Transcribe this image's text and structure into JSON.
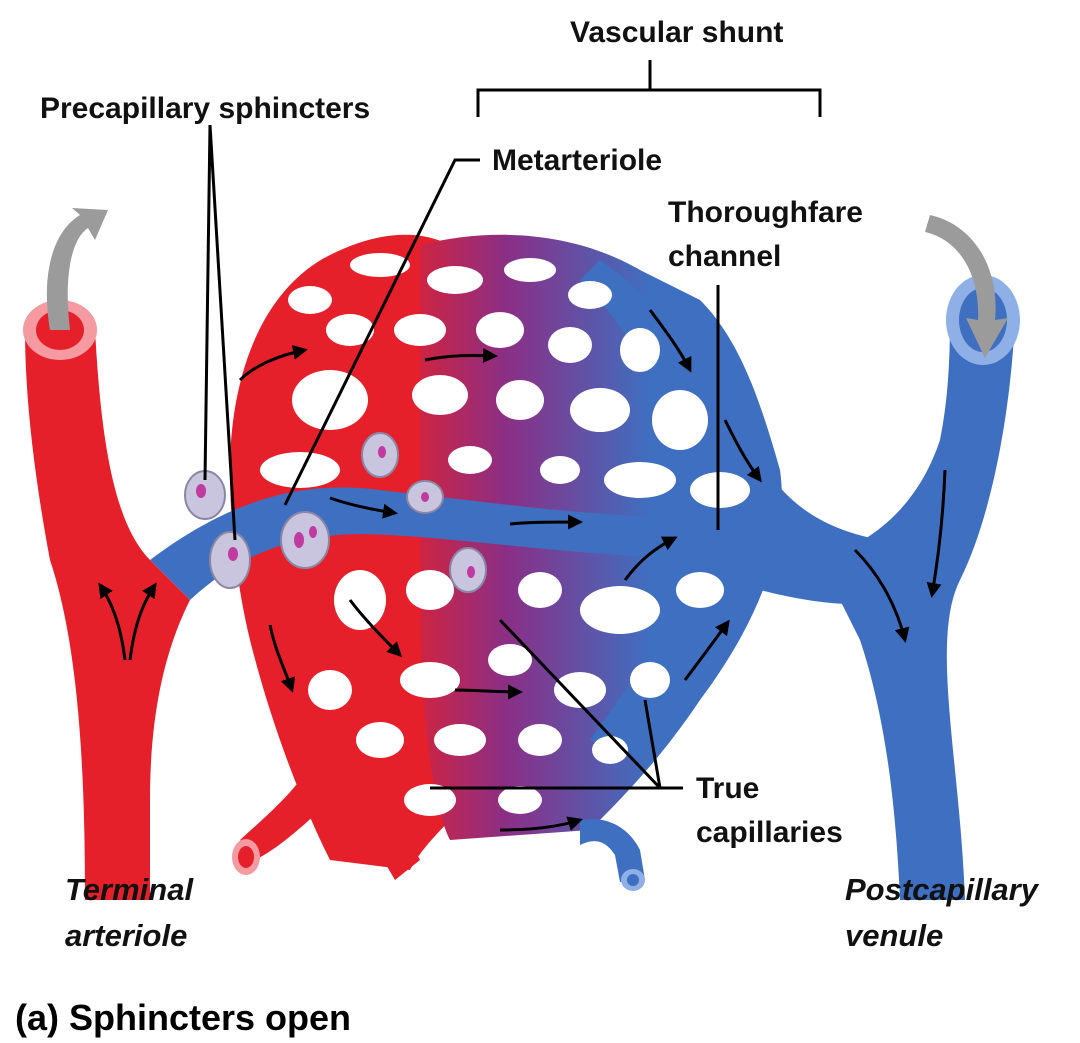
{
  "labels": {
    "vascular_shunt": "Vascular shunt",
    "precapillary_sphincters": "Precapillary sphincters",
    "metarteriole": "Metarteriole",
    "thoroughfare_line1": "Thoroughfare",
    "thoroughfare_line2": "channel",
    "true_line1": "True",
    "true_line2": "capillaries",
    "terminal_line1": "Terminal",
    "terminal_line2": "arteriole",
    "postcap_line1": "Postcapillary",
    "postcap_line2": "venule"
  },
  "caption": "(a)  Sphincters open",
  "colors": {
    "arterial_red": "#e5202b",
    "venous_blue": "#3f6fc0",
    "sphincter": "#c9c5de",
    "nucleus": "#c03aa0",
    "flow_arrow": "#9b9b9b"
  },
  "icons": [
    "flow-arrow-icon",
    "sphincter-icon"
  ]
}
